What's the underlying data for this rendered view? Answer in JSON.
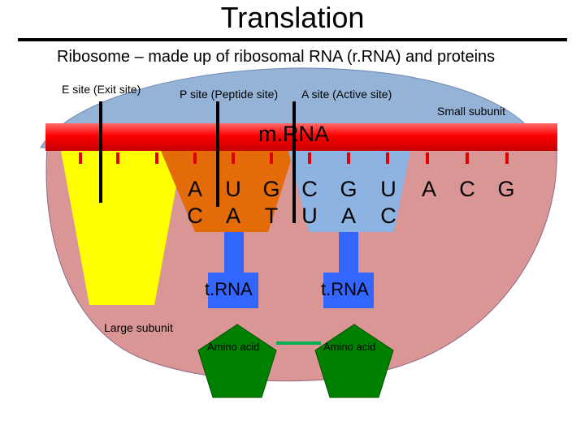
{
  "title": "Translation",
  "subtitle": "Ribosome – made up of ribosomal RNA (r.RNA) and proteins",
  "sites": {
    "e_site": "E site (Exit site)",
    "p_site": "P site (Peptide site)",
    "a_site": "A site (Active site)"
  },
  "subunits": {
    "small": "Small subunit",
    "large": "Large subunit"
  },
  "mrna": {
    "label": "m.RNA",
    "codon_bases": [
      "A",
      "U",
      "G",
      "C",
      "G",
      "U",
      "A",
      "C",
      "G"
    ]
  },
  "trnas": [
    {
      "label": "t.RNA",
      "anticodon": [
        "C",
        "A",
        "T"
      ],
      "amino_acid": "Amino acid"
    },
    {
      "label": "t.RNA",
      "anticodon": [
        "U",
        "A",
        "C"
      ],
      "amino_acid": "Amino acid"
    }
  ],
  "colors": {
    "small_subunit": "#95b3d7",
    "large_subunit": "#d99694",
    "mrna_strand": "#ff0000",
    "e_site_trna": "#ffff00",
    "p_site_trna": "#e36c09",
    "a_site_trna": "#8db3e2",
    "trna_stem": "#3366ff",
    "amino_acid": "#008000",
    "peptide_bond": "#00b050"
  }
}
